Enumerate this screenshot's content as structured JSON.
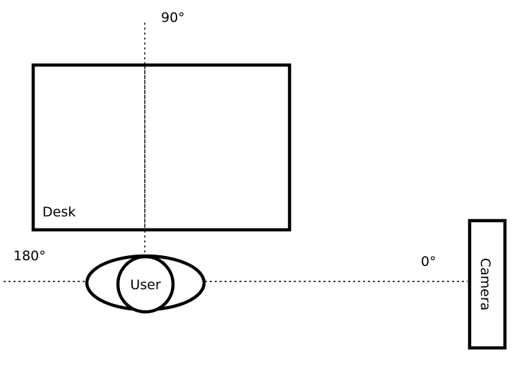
{
  "angles": {
    "top": "90°",
    "left": "180°",
    "right": "0°"
  },
  "objects": {
    "desk": "Desk",
    "user": "User",
    "camera": "Camera"
  }
}
